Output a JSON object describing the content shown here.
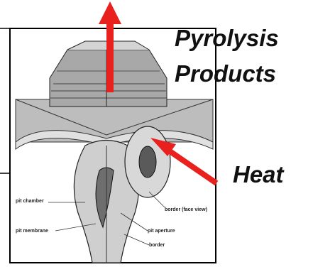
{
  "labels": {
    "pyrolysis_line1": "Pyrolysis",
    "pyrolysis_line2": "Products",
    "heat": "Heat"
  },
  "figure_labels": {
    "pit_chamber": "pit chamber",
    "border_face_view": "border (face view)",
    "pit_membrane": "pit membrane",
    "pit_aperture": "pit aperture",
    "border": "border"
  },
  "colors": {
    "arrow": "#e8201e",
    "ink": "#111111",
    "paper": "#ffffff",
    "wall_gray": "#c9c9c9",
    "wall_dark": "#8a8a8a"
  },
  "icons": {
    "up_arrow": "pyrolysis-arrow-icon",
    "heat_arrow": "heat-arrow-icon"
  }
}
